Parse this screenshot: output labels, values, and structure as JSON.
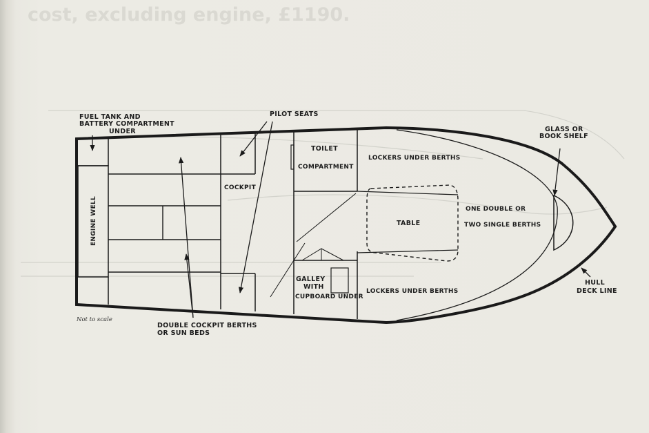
{
  "bleed_text": "cost, excluding engine, £1190.",
  "labels": {
    "fuel_tank_line1": "FUEL TANK AND",
    "fuel_tank_line2": "BATTERY COMPARTMENT",
    "fuel_tank_line3": "UNDER",
    "pilot_seats": "PILOT SEATS",
    "toilet": "TOILET",
    "compartment": "COMPARTMENT",
    "lockers_top": "LOCKERS UNDER BERTHS",
    "lockers_bottom": "LOCKERS UNDER BERTHS",
    "glass_line1": "GLASS OR",
    "glass_line2": "BOOK SHELF",
    "cockpit": "COCKPIT",
    "engine_well": "ENGINE WELL",
    "table": "TABLE",
    "berths_line1": "ONE DOUBLE OR",
    "berths_line2": "TWO SINGLE BERTHS",
    "galley_line1": "GALLEY",
    "galley_line2": "WITH",
    "galley_line3": "CUPBOARD UNDER",
    "hull_line1": "HULL",
    "hull_line2": "DECK LINE",
    "not_to_scale": "Not to scale",
    "double_berths_line1": "DOUBLE COCKPIT BERTHS",
    "double_berths_line2": "OR SUN BEDS"
  }
}
